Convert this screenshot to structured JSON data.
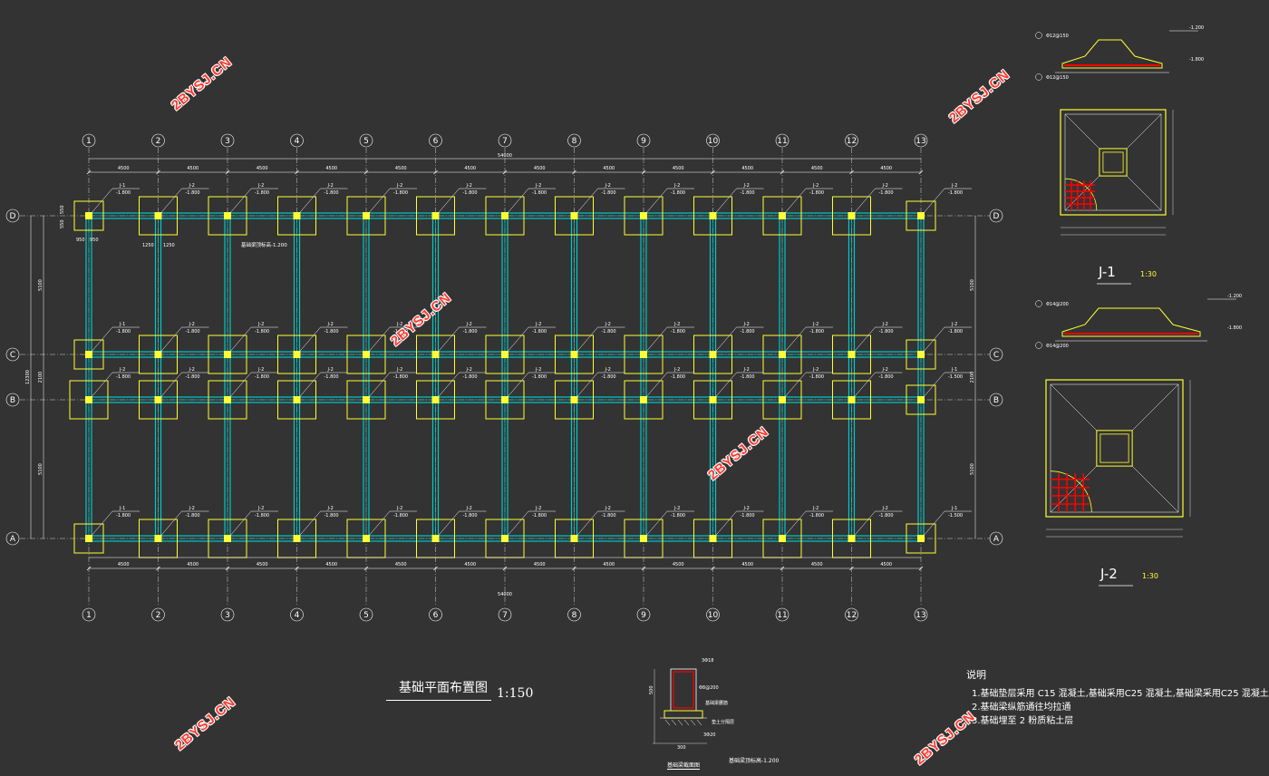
{
  "plan": {
    "title": "基础平面布置图",
    "scale": "1:150",
    "axis_columns": [
      "1",
      "2",
      "3",
      "4",
      "5",
      "6",
      "7",
      "8",
      "9",
      "10",
      "11",
      "12",
      "13"
    ],
    "axis_rows": [
      "D",
      "C",
      "B",
      "A"
    ],
    "bay_spacing": "4500",
    "total_length": "54000",
    "row_spacings_left": [
      "5100",
      "2100",
      "5100"
    ],
    "total_width_left": "12300",
    "beam_note": "基础梁顶标高-1.200",
    "footing_row_D": {
      "first": {
        "name": "J-1",
        "elev": "-1.800"
      },
      "others": {
        "name": "J-2",
        "elev": "-1.800"
      }
    },
    "footing_row_C": {
      "first": {
        "name": "J-1",
        "elev": "-1.800"
      },
      "others": {
        "name": "J-2",
        "elev": "-1.800"
      }
    },
    "footing_row_B": {
      "others": {
        "name": "J-2",
        "elev": "-1.800"
      }
    },
    "footing_row_A": {
      "first": {
        "name": "J-1",
        "elev": "-1.800"
      },
      "others": {
        "name": "J-2",
        "elev": "-1.800"
      },
      "last": {
        "name": "J-1",
        "elev": "-1.500"
      }
    },
    "footing_B13": {
      "name": "J-1",
      "elev": "-1.500"
    },
    "dim_550": "550",
    "dim_950": "950",
    "dim_1250": "1250"
  },
  "details": {
    "j1": {
      "title": "J-1",
      "scale": "1:30",
      "elev_top": "-1.200",
      "elev_bot": "-1.800",
      "rebar1": "Φ12@150",
      "rebar2": "Φ12@150"
    },
    "j2": {
      "title": "J-2",
      "scale": "1:30",
      "elev_top": "-1.200",
      "elev_bot": "-1.800",
      "rebar1": "Φ14@200",
      "rebar2": "Φ14@200"
    }
  },
  "section": {
    "title": "基础梁截面图",
    "note": "基础梁顶标高-1.200",
    "top_bars": "3Φ18",
    "stirrup": "Φ8@200",
    "label1": "基础梁腰筋",
    "label2": "垫土分隔层",
    "dim_w": "300",
    "dim_h": "500",
    "bot_bars": "3Φ20"
  },
  "notes": {
    "heading": "说明",
    "lines": [
      "1.基础垫层采用 C15 混凝土,基础采用C25 混凝土,基础梁采用C25 混凝土",
      "2.基础梁纵筋通往均拉通",
      "3.基础埋至 2 粉质粘土层"
    ]
  },
  "watermark": "2BYSJ.CN",
  "colors": {
    "bg": "#333333",
    "beam": "#00c8c8",
    "footing": "#ffff33",
    "text": "#ffffff",
    "rebar": "#ff0000",
    "watermark": "#ff3b30"
  }
}
